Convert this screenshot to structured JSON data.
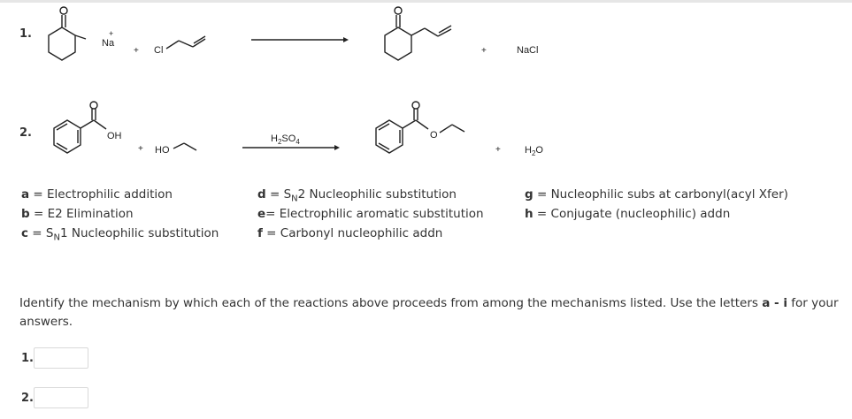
{
  "reactions": {
    "r1": {
      "number": "1.",
      "cation": "Na",
      "cation_charge": "+",
      "plus1": "+",
      "leaving_halide": "Cl",
      "plus2": "+",
      "byproduct": "NaCl"
    },
    "r2": {
      "number": "2.",
      "acid_group": "OH",
      "plus1": "+",
      "alcohol_group": "HO",
      "reagent_main": "H",
      "reagent_sub1": "2",
      "reagent_mid": "SO",
      "reagent_sub2": "4",
      "ester_o": "O",
      "plus2": "+",
      "water_main": "H",
      "water_sub": "2",
      "water_end": "O"
    }
  },
  "mechanisms": {
    "a": {
      "letter": "a",
      "sep": " = ",
      "text": "Electrophilic addition"
    },
    "b": {
      "letter": "b",
      "sep": " = ",
      "text": "E2 Elimination"
    },
    "c": {
      "letter": "c",
      "sep": " = ",
      "pre": "S",
      "sub": "N",
      "text": "1 Nucleophilic substitution"
    },
    "d": {
      "letter": "d",
      "sep": " = ",
      "pre": "S",
      "sub": "N",
      "text": "2 Nucleophilic substitution"
    },
    "e": {
      "letter": "e",
      "sep": "= ",
      "text": "Electrophilic aromatic substitution"
    },
    "f": {
      "letter": "f",
      "sep": " = ",
      "text": "Carbonyl nucleophilic addn"
    },
    "g": {
      "letter": "g",
      "sep": " = ",
      "text": "Nucleophilic subs at carbonyl(acyl Xfer)"
    },
    "h": {
      "letter": "h",
      "sep": " = ",
      "text": "Conjugate (nucleophilic) addn"
    }
  },
  "question": {
    "text_before": "Identify the mechanism by which each of the reactions above proceeds from among the mechanisms listed. Use the letters ",
    "range": "a - i",
    "text_after": " for your answers."
  },
  "answers": [
    {
      "label": "1.",
      "value": "",
      "placeholder": ""
    },
    {
      "label": "2.",
      "value": "",
      "placeholder": ""
    }
  ]
}
